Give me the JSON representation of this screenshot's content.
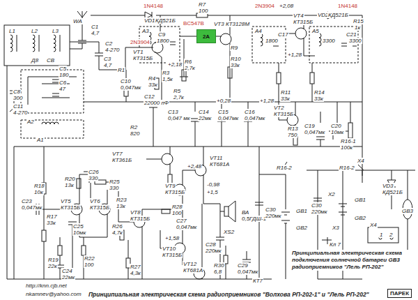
{
  "diagram": {
    "caption": "Принципиальная электрическая схема радиоприемников \"Волхова РП-202-1\" и \"Лель РП-202\"",
    "nodes": [
      {
        "text": [
          "2А"
        ]
      }
    ],
    "labels": [
      "L1",
      "L2",
      "L3",
      "WA",
      "C1",
      "4,7",
      "1N4148",
      "VD1",
      "КД521Б",
      "R7",
      "100",
      "VT3",
      "КТ3128М",
      "BC547B",
      "2N3904",
      "+2,08",
      "1N4148",
      "VT4",
      "КТ315Б",
      "VD2",
      "КД521Б",
      "R15",
      "1к",
      "A3",
      "A4",
      "A5",
      "C9",
      "1800",
      "C17",
      "1800",
      "C21",
      "3300",
      "3300",
      "R6",
      "2,7к",
      "R9",
      "R10",
      "33к",
      "+1,28",
      "2N3904",
      "VT1",
      "КТ315Б",
      "+2,18",
      "C2",
      "4-270",
      "C3",
      "4,7",
      "C5",
      "180",
      "C6",
      "47",
      "Д8",
      "СВ",
      "C8",
      "300",
      "C11",
      "4-270",
      "A1",
      "A2",
      "R1",
      "C10",
      "0,047мк",
      "R4",
      "33к",
      "C12",
      "22000 пФ",
      "R3",
      "1,5к",
      "R2",
      "820",
      "R5",
      "2,7к",
      "C13",
      "0,047 мк",
      "C14",
      "22мк",
      "+0,28",
      "C15",
      "0,047мк",
      "C16",
      "0,047мк",
      "R11",
      "33к",
      "+1,28",
      "VT2",
      "КТ315Б",
      "R14",
      "33к",
      "R13",
      "750",
      "C19",
      "0,047мк",
      "C20",
      "10мк",
      "R16-1",
      "100к",
      "VT7",
      "КТ361Б",
      "VT11",
      "КТ681А",
      "+2,48",
      "R18",
      "10к",
      "R20",
      "13к",
      "C26",
      "330",
      "R25",
      "330",
      "VT9",
      "КТ315Б",
      "-0,98",
      "+1,5",
      "R23",
      "13к",
      "C23",
      "0,047мк",
      "VT5",
      "КТ315Б",
      "VT6",
      "КТ315Б",
      "R28",
      "100",
      "VT8",
      "КТ315Б",
      "R26",
      "4,7к",
      "C27",
      "0,047мк",
      "+1,58",
      "R17",
      "33к",
      "C25",
      "10мк",
      "ВА",
      "0,5ГДШ-1",
      "XS2",
      "C28",
      "220мк",
      "VT10",
      "КТ315Б",
      "VT12",
      "КТ681А",
      "R30",
      "6,8",
      "C29",
      "0,047мк",
      "R27",
      "4,3к",
      "R19",
      "22к",
      "C24",
      "22мк",
      "R22",
      "100",
      "R16-2",
      "C30",
      "220мк",
      "GB1",
      "GB2",
      "R16-2",
      "X4",
      "VD3",
      "КД521Б",
      "X2",
      "X3",
      "GB1",
      "GB2",
      "C30",
      "220мк",
      "GB3",
      "X4",
      "1",
      "2",
      "Кл 7",
      "КТ7",
      "Принципиальная электрическая схема подключения солнечной батареи GB3 радиоприемников \"Лель РП-202\"",
      "http://knn.cjb.net",
      "nkamnev@yahoo.com",
      "ПАРЕК"
    ]
  }
}
